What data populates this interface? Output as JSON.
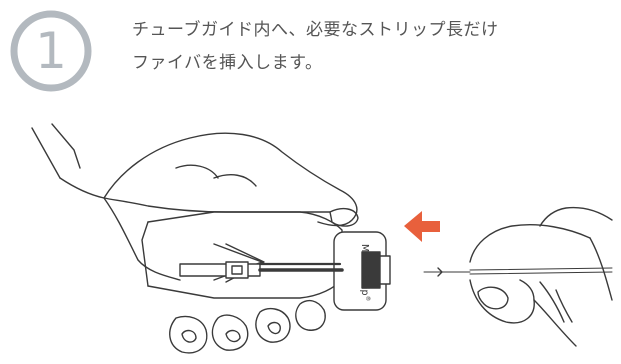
{
  "step": {
    "number": "1",
    "badge_color": "#b3b9bf"
  },
  "instruction": {
    "line1": "チューブガイド内へ、必要なストリップ長だけ",
    "line2": "ファイバを挿入します。"
  },
  "illustration": {
    "device_label": "Micro-Strip",
    "trademark": "®",
    "arrow_color": "#e8603c",
    "line_color": "#3a3a3a"
  }
}
